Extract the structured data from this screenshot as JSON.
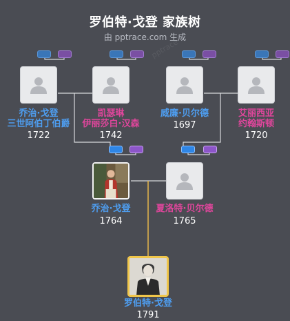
{
  "header": {
    "title": "罗伯特·戈登 家族树",
    "subtitle": "由 pptrace.com 生成",
    "watermark": "pptrace"
  },
  "people": {
    "p1": {
      "name_line1": "乔治·戈登",
      "name_line2": "三世阿伯丁伯爵",
      "year": "1722",
      "gender": "male"
    },
    "p2": {
      "name_line1": "凯瑟琳",
      "name_line2": "伊丽莎白·汉森",
      "year": "1742",
      "gender": "female"
    },
    "p3": {
      "name_line1": "威廉·贝尔德",
      "name_line2": "",
      "year": "1697",
      "gender": "male"
    },
    "p4": {
      "name_line1": "艾丽西亚",
      "name_line2": "约翰斯顿",
      "year": "1720",
      "gender": "female"
    },
    "p5": {
      "name_line1": "乔治·戈登",
      "name_line2": "",
      "year": "1764",
      "gender": "male"
    },
    "p6": {
      "name_line1": "夏洛特·贝尔德",
      "name_line2": "",
      "year": "1765",
      "gender": "female"
    },
    "p7": {
      "name_line1": "罗伯特·戈登",
      "name_line2": "",
      "year": "1791",
      "gender": "male"
    }
  },
  "colors": {
    "background": "#4a4c53",
    "male": "#4e9ef1",
    "female": "#e0469c",
    "focus_border": "#f0c64a",
    "connector": "#d8d9dc",
    "descendant_line": "#e9b84a"
  },
  "icons": {
    "placeholder": "person-silhouette-icon",
    "expand_blue": "expand-parents-icon",
    "expand_purple": "expand-spouse-icon"
  }
}
